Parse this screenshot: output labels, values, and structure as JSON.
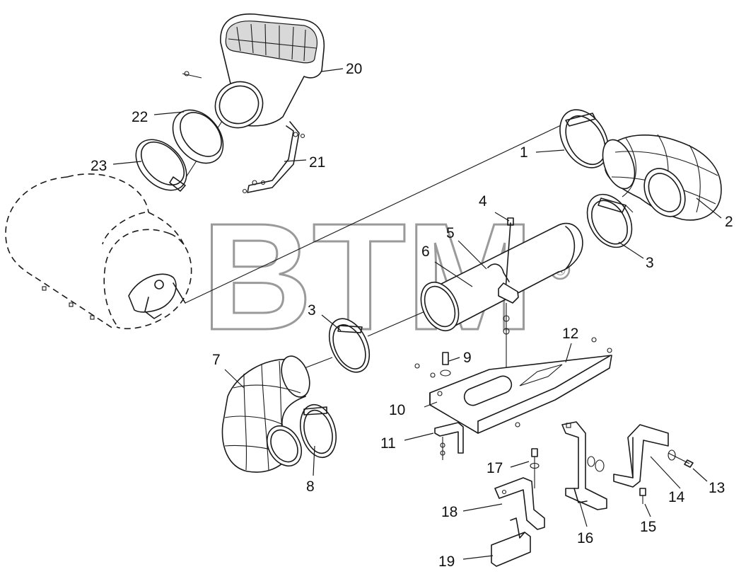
{
  "watermark": {
    "text": "BTM",
    "registered_mark": "®"
  },
  "callouts": {
    "c1": "1",
    "c2": "2",
    "c3a": "3",
    "c3b": "3",
    "c4": "4",
    "c5": "5",
    "c6": "6",
    "c7": "7",
    "c8": "8",
    "c9": "9",
    "c10": "10",
    "c11": "11",
    "c12": "12",
    "c13": "13",
    "c14": "14",
    "c15": "15",
    "c16": "16",
    "c17": "17",
    "c18": "18",
    "c19": "19",
    "c20": "20",
    "c21": "21",
    "c22": "22",
    "c23": "23"
  },
  "colors": {
    "line": "#1a1a1a",
    "watermark": "#9a9a9a",
    "background": "#ffffff"
  }
}
